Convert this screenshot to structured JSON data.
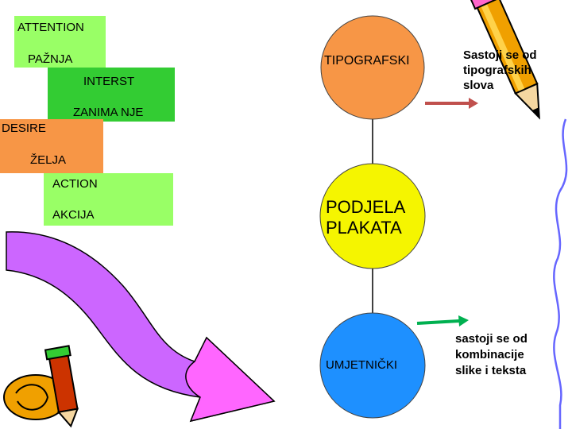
{
  "aida": {
    "attention": "ATTENTION",
    "paznja": "PAŽNJA",
    "interest": "INTERST",
    "zanimanje": "ZANIMA NJE",
    "desire": "DESIRE",
    "zelja": "ŽELJA",
    "action": "ACTION",
    "akcija": "AKCIJA"
  },
  "circles": {
    "top": "TIPOGRAFSKI",
    "middle_line1": "PODJELA",
    "middle_line2": "PLAKATA",
    "bottom": "UMJETNIČKI"
  },
  "notes": {
    "top_line1": "Sastoji se od",
    "top_line2": "tipografskih",
    "top_line3": "slova",
    "bottom_line1": "sastoji se od",
    "bottom_line2": "kombinacije",
    "bottom_line3": "slike i teksta"
  },
  "colors": {
    "light_green": "#99ff66",
    "green": "#33cc33",
    "orange": "#f79646",
    "yellow": "#f5f500",
    "blue": "#1e90ff",
    "violet": "#cc66ff",
    "magenta": "#ff66ff",
    "arrow_red": "#c0504d",
    "arrow_green": "#00b050",
    "wavy_line": "#6666ff"
  }
}
